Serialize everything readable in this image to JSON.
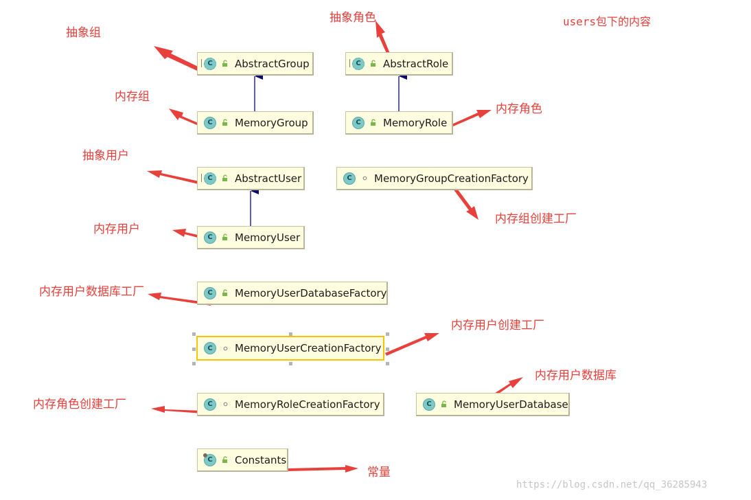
{
  "classes": [
    {
      "name": "AbstractGroup",
      "kind": "abstract",
      "visibility": "public"
    },
    {
      "name": "AbstractRole",
      "kind": "abstract",
      "visibility": "public"
    },
    {
      "name": "MemoryGroup",
      "kind": "class",
      "visibility": "public"
    },
    {
      "name": "MemoryRole",
      "kind": "class",
      "visibility": "public"
    },
    {
      "name": "AbstractUser",
      "kind": "abstract",
      "visibility": "public"
    },
    {
      "name": "MemoryGroupCreationFactory",
      "kind": "class",
      "visibility": "package"
    },
    {
      "name": "MemoryUser",
      "kind": "class",
      "visibility": "public"
    },
    {
      "name": "MemoryUserDatabaseFactory",
      "kind": "class",
      "visibility": "public"
    },
    {
      "name": "MemoryUserCreationFactory",
      "kind": "class",
      "visibility": "package",
      "selected": true
    },
    {
      "name": "MemoryRoleCreationFactory",
      "kind": "class",
      "visibility": "package"
    },
    {
      "name": "MemoryUserDatabase",
      "kind": "class",
      "visibility": "public"
    },
    {
      "name": "Constants",
      "kind": "constant",
      "visibility": "public"
    }
  ],
  "class_icon_letter": "C",
  "annotations": {
    "title": "users包下的内容",
    "abstract_group": "抽象组",
    "abstract_role": "抽象角色",
    "memory_group": "内存组",
    "memory_role": "内存角色",
    "abstract_user": "抽象用户",
    "memory_group_creation_factory": "内存组创建工厂",
    "memory_user": "内存用户",
    "memory_user_database_factory": "内存用户数据库工厂",
    "memory_user_creation_factory": "内存用户创建工厂",
    "memory_user_database": "内存用户数据库",
    "memory_role_creation_factory": "内存角色创建工厂",
    "constants": "常量"
  },
  "inheritance": [
    {
      "child": "MemoryGroup",
      "parent": "AbstractGroup"
    },
    {
      "child": "MemoryRole",
      "parent": "AbstractRole"
    },
    {
      "child": "MemoryUser",
      "parent": "AbstractUser"
    }
  ],
  "watermark": "https://blog.csdn.net/qq_36285943",
  "colors": {
    "annotation": "#e8413c",
    "inheritance_arrow": "#0a0a6e",
    "class_fill": "#fffde0",
    "class_icon": "#7cc9c8",
    "selection": "#f5c400"
  }
}
